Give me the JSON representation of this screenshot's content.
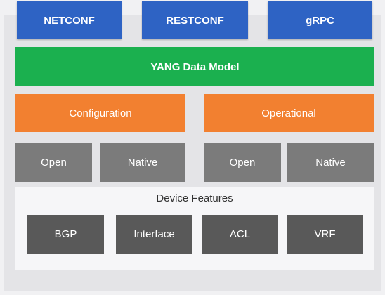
{
  "protocols": [
    {
      "label": "NETCONF",
      "color": "#2e63c4"
    },
    {
      "label": "RESTCONF",
      "color": "#2e63c4"
    },
    {
      "label": "gRPC",
      "color": "#2e63c4"
    }
  ],
  "yang_model": {
    "label": "YANG Data Model",
    "color": "#1bb04f"
  },
  "categories": [
    {
      "label": "Configuration",
      "color": "#f28030",
      "models": [
        {
          "label": "Open"
        },
        {
          "label": "Native"
        }
      ]
    },
    {
      "label": "Operational",
      "color": "#f28030",
      "models": [
        {
          "label": "Open"
        },
        {
          "label": "Native"
        }
      ]
    }
  ],
  "device_features": {
    "title": "Device Features",
    "items": [
      {
        "label": "BGP"
      },
      {
        "label": "Interface"
      },
      {
        "label": "ACL"
      },
      {
        "label": "VRF"
      }
    ]
  }
}
